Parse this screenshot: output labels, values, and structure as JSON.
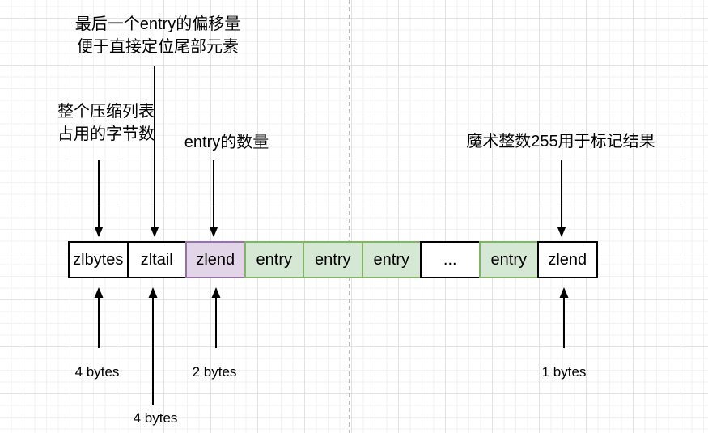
{
  "diagram": {
    "title_hint": "ziplist structure diagram",
    "annotations": {
      "zltail": {
        "line1": "最后一个entry的偏移量",
        "line2": "便于直接定位尾部元素"
      },
      "zlbytes": {
        "line1": "整个压缩列表",
        "line2": "占用的字节数"
      },
      "entry_count": {
        "text": "entry的数量"
      },
      "magic_end": {
        "text": "魔术整数255用于标记结果"
      }
    },
    "row": {
      "cells": [
        {
          "label": "zlbytes",
          "variant": "white"
        },
        {
          "label": "zltail",
          "variant": "white"
        },
        {
          "label": "zlend",
          "variant": "purple"
        },
        {
          "label": "entry",
          "variant": "green"
        },
        {
          "label": "entry",
          "variant": "green"
        },
        {
          "label": "entry",
          "variant": "green"
        },
        {
          "label": "...",
          "variant": "white"
        },
        {
          "label": "entry",
          "variant": "green"
        },
        {
          "label": "zlend",
          "variant": "white"
        }
      ]
    },
    "size_labels": {
      "zlbytes": "4 bytes",
      "zltail": "4 bytes",
      "zlend_head": "2 bytes",
      "zlend_tail": "1 bytes"
    },
    "colors": {
      "purple_fill": "#e1d5e7",
      "purple_border": "#9673a6",
      "green_fill": "#d5e8d4",
      "green_border": "#82b366",
      "box_border": "#000000",
      "arrow": "#000000",
      "grid_minor": "#f2f2f2",
      "grid_major": "#e2e2e2",
      "page_divider": "#b9b9b9"
    }
  }
}
